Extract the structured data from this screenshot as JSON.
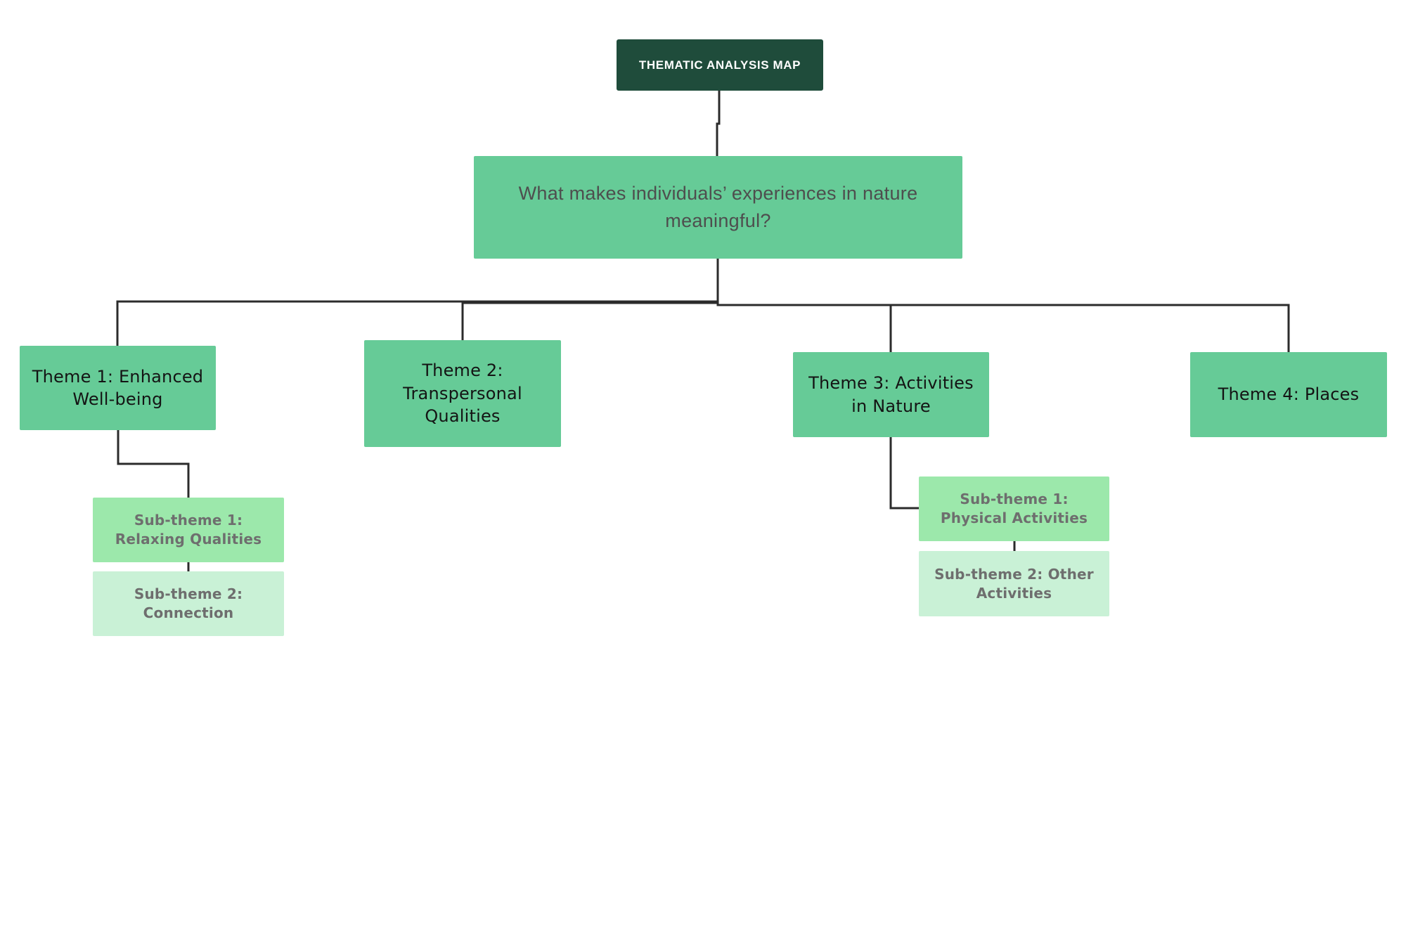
{
  "title": "THEMATIC ANALYSIS MAP",
  "question": "What makes individuals’ experiences in nature meaningful?",
  "themes": [
    {
      "label": "Theme 1: Enhanced Well-being",
      "subthemes": [
        {
          "label": "Sub-theme 1: Relaxing Qualities"
        },
        {
          "label": "Sub-theme 2: Connection"
        }
      ]
    },
    {
      "label": "Theme 2: Transpersonal Qualities",
      "subthemes": []
    },
    {
      "label": "Theme 3: Activities in Nature",
      "subthemes": [
        {
          "label": "Sub-theme 1: Physical Activities"
        },
        {
          "label": "Sub-theme 2: Other Activities"
        }
      ]
    },
    {
      "label": "Theme 4: Places",
      "subthemes": []
    }
  ],
  "colors": {
    "background": "#ffffff",
    "title_bg": "#1f4c3b",
    "title_text": "#ffffff",
    "theme_bg": "#66cb97",
    "sub1_bg": "#9ce8ab",
    "sub2_bg": "#c9f1d6",
    "question_text": "#4e4e4e",
    "theme_text": "#141414",
    "sub_text": "#6e6e6e",
    "line": "#2b2b2b"
  }
}
